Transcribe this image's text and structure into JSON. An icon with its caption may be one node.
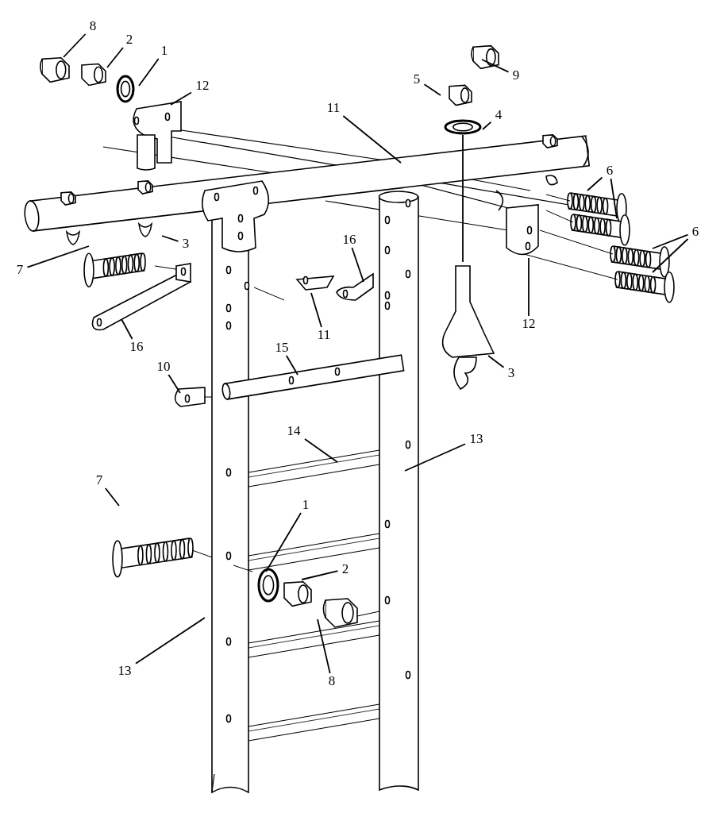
{
  "diagram": {
    "nodes": [
      {
        "text": [
          "8"
        ]
      },
      {
        "text": [
          "2"
        ]
      },
      {
        "text": [
          "1"
        ]
      },
      {
        "text": [
          "12"
        ]
      },
      {
        "text": [
          "9"
        ]
      },
      {
        "text": [
          "5"
        ]
      },
      {
        "text": [
          "4"
        ]
      },
      {
        "text": [
          "11"
        ]
      },
      {
        "text": [
          "6"
        ]
      },
      {
        "text": [
          "6"
        ]
      },
      {
        "text": [
          "3"
        ]
      },
      {
        "text": [
          "7"
        ]
      },
      {
        "text": [
          "16"
        ]
      },
      {
        "text": [
          "11"
        ]
      },
      {
        "text": [
          "16"
        ]
      },
      {
        "text": [
          "12"
        ]
      },
      {
        "text": [
          "3"
        ]
      },
      {
        "text": [
          "10"
        ]
      },
      {
        "text": [
          "15"
        ]
      },
      {
        "text": [
          "14"
        ]
      },
      {
        "text": [
          "13"
        ]
      },
      {
        "text": [
          "7"
        ]
      },
      {
        "text": [
          "1"
        ]
      },
      {
        "text": [
          "2"
        ]
      },
      {
        "text": [
          "8"
        ]
      },
      {
        "text": [
          "13"
        ]
      }
    ],
    "edges": [
      {
        "from": 0,
        "to": null,
        "arrow": "none"
      },
      {
        "from": 1,
        "to": null,
        "arrow": "none"
      },
      {
        "from": 2,
        "to": null,
        "arrow": "none"
      },
      {
        "from": 3,
        "to": null,
        "arrow": "none"
      },
      {
        "from": 4,
        "to": null,
        "arrow": "none"
      },
      {
        "from": 5,
        "to": null,
        "arrow": "none"
      },
      {
        "from": 6,
        "to": null,
        "arrow": "none"
      },
      {
        "from": 7,
        "to": null,
        "arrow": "none"
      },
      {
        "from": 8,
        "to": null,
        "arrow": "none"
      },
      {
        "from": 8,
        "to": null,
        "arrow": "none"
      },
      {
        "from": 9,
        "to": null,
        "arrow": "none"
      },
      {
        "from": 9,
        "to": null,
        "arrow": "none"
      },
      {
        "from": 10,
        "to": null,
        "arrow": "none"
      },
      {
        "from": 11,
        "to": null,
        "arrow": "none"
      },
      {
        "from": 12,
        "to": null,
        "arrow": "none"
      },
      {
        "from": 13,
        "to": null,
        "arrow": "none"
      },
      {
        "from": 14,
        "to": null,
        "arrow": "none"
      },
      {
        "from": 15,
        "to": null,
        "arrow": "none"
      },
      {
        "from": 16,
        "to": null,
        "arrow": "none"
      },
      {
        "from": 17,
        "to": null,
        "arrow": "none"
      },
      {
        "from": 18,
        "to": null,
        "arrow": "none"
      },
      {
        "from": 19,
        "to": null,
        "arrow": "none"
      },
      {
        "from": 20,
        "to": null,
        "arrow": "none"
      },
      {
        "from": 21,
        "to": null,
        "arrow": "none"
      },
      {
        "from": 22,
        "to": null,
        "arrow": "none"
      },
      {
        "from": 23,
        "to": null,
        "arrow": "none"
      },
      {
        "from": 24,
        "to": null,
        "arrow": "none"
      },
      {
        "from": 25,
        "to": null,
        "arrow": "none"
      }
    ]
  }
}
